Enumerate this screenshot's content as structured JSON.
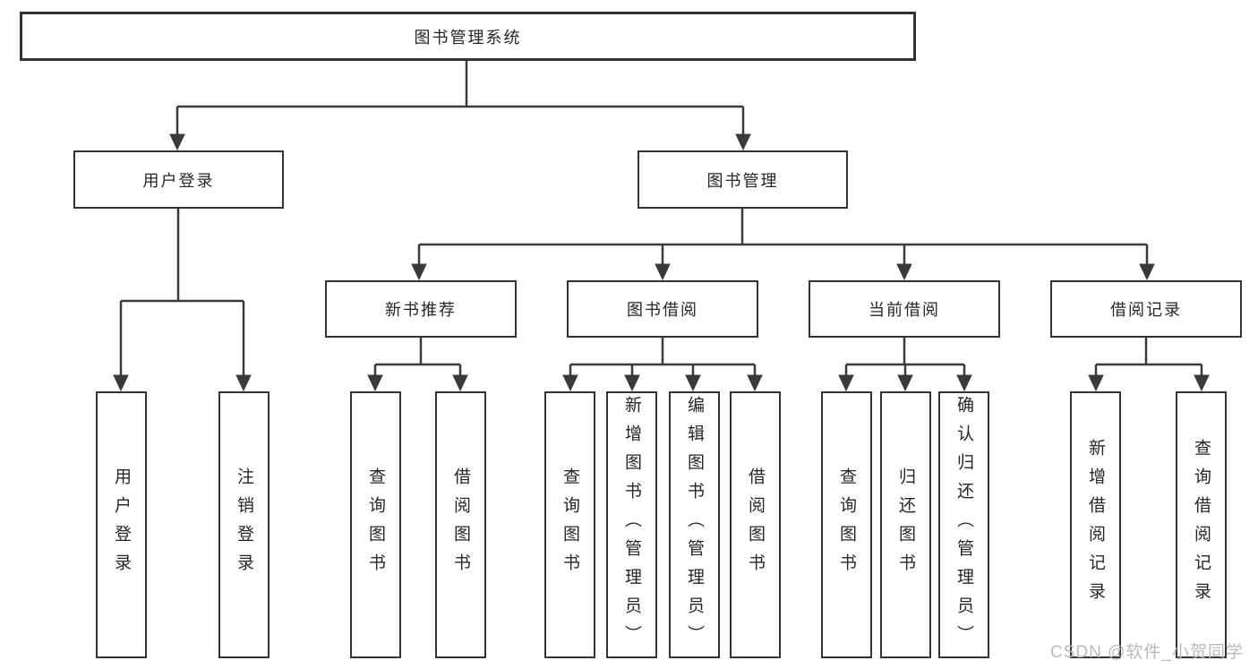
{
  "diagram": {
    "root": "图书管理系统",
    "level2": {
      "user_login": "用户登录",
      "book_mgmt": "图书管理"
    },
    "level3": {
      "new_books": "新书推荐",
      "book_borrow": "图书借阅",
      "current_borrow": "当前借阅",
      "borrow_records": "借阅记录"
    },
    "leaves": {
      "login": "用户登录",
      "logout": "注销登录",
      "nb_query": "查询图书",
      "nb_borrow": "借阅图书",
      "bb_query": "查询图书",
      "bb_add": "新增图书（管理员）",
      "bb_edit": "编辑图书（管理员）",
      "bb_borrow": "借阅图书",
      "cb_query": "查询图书",
      "cb_return": "归还图书",
      "cb_confirm": "确认归还（管理员）",
      "br_add": "新增借阅记录",
      "br_query": "查询借阅记录"
    },
    "watermark": "CSDN @软件_小贺同学"
  },
  "colors": {
    "line": "#3a3a3a",
    "box_border": "#333333",
    "text": "#262626",
    "watermark": "#b9b9b9",
    "background": "#ffffff"
  }
}
